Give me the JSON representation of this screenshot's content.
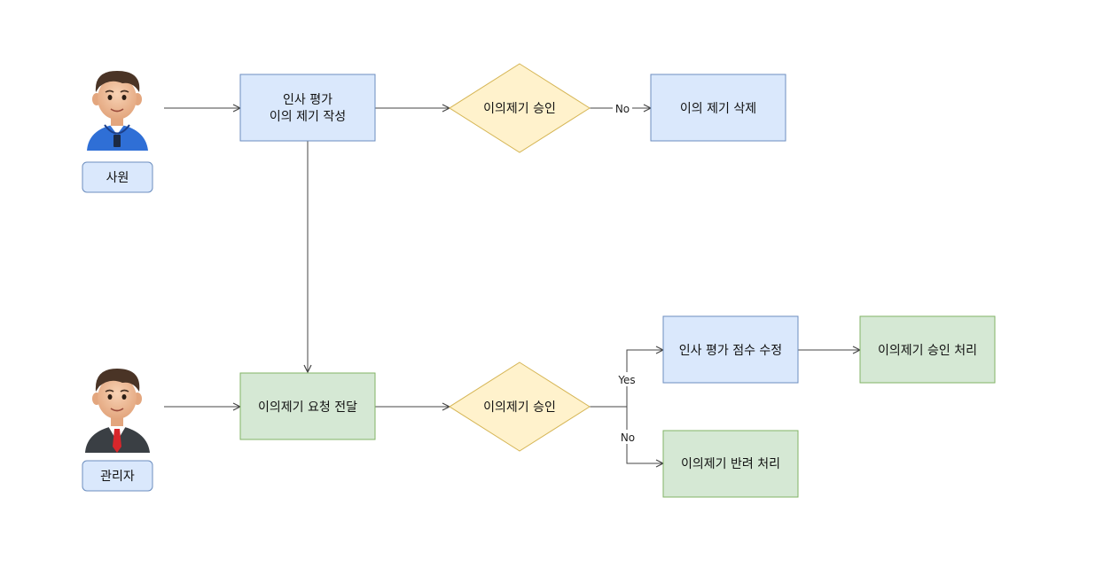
{
  "actors": {
    "employee": {
      "label": "사원",
      "icon": "employee-avatar-icon"
    },
    "manager": {
      "label": "관리자",
      "icon": "manager-avatar-icon"
    }
  },
  "nodes": {
    "write_line1": "인사 평가",
    "write_line2": "이의 제기 작성",
    "approve_top": "이의제기 승인",
    "delete": "이의 제기 삭제",
    "forward": "이의제기 요청 전달",
    "approve_bottom": "이의제기 승인",
    "modify": "인사 평가 점수 수정",
    "approve_done": "이의제기 승인 처리",
    "reject_done": "이의제기 반려 처리"
  },
  "edge_labels": {
    "top_no": "No",
    "bottom_yes": "Yes",
    "bottom_no": "No"
  },
  "colors": {
    "blue_fill": "#dae8fc",
    "blue_stroke": "#6c8ebf",
    "green_fill": "#d5e8d4",
    "green_stroke": "#82b366",
    "yellow_fill": "#fff2cc",
    "yellow_stroke": "#d6b656",
    "edge": "#444444"
  }
}
